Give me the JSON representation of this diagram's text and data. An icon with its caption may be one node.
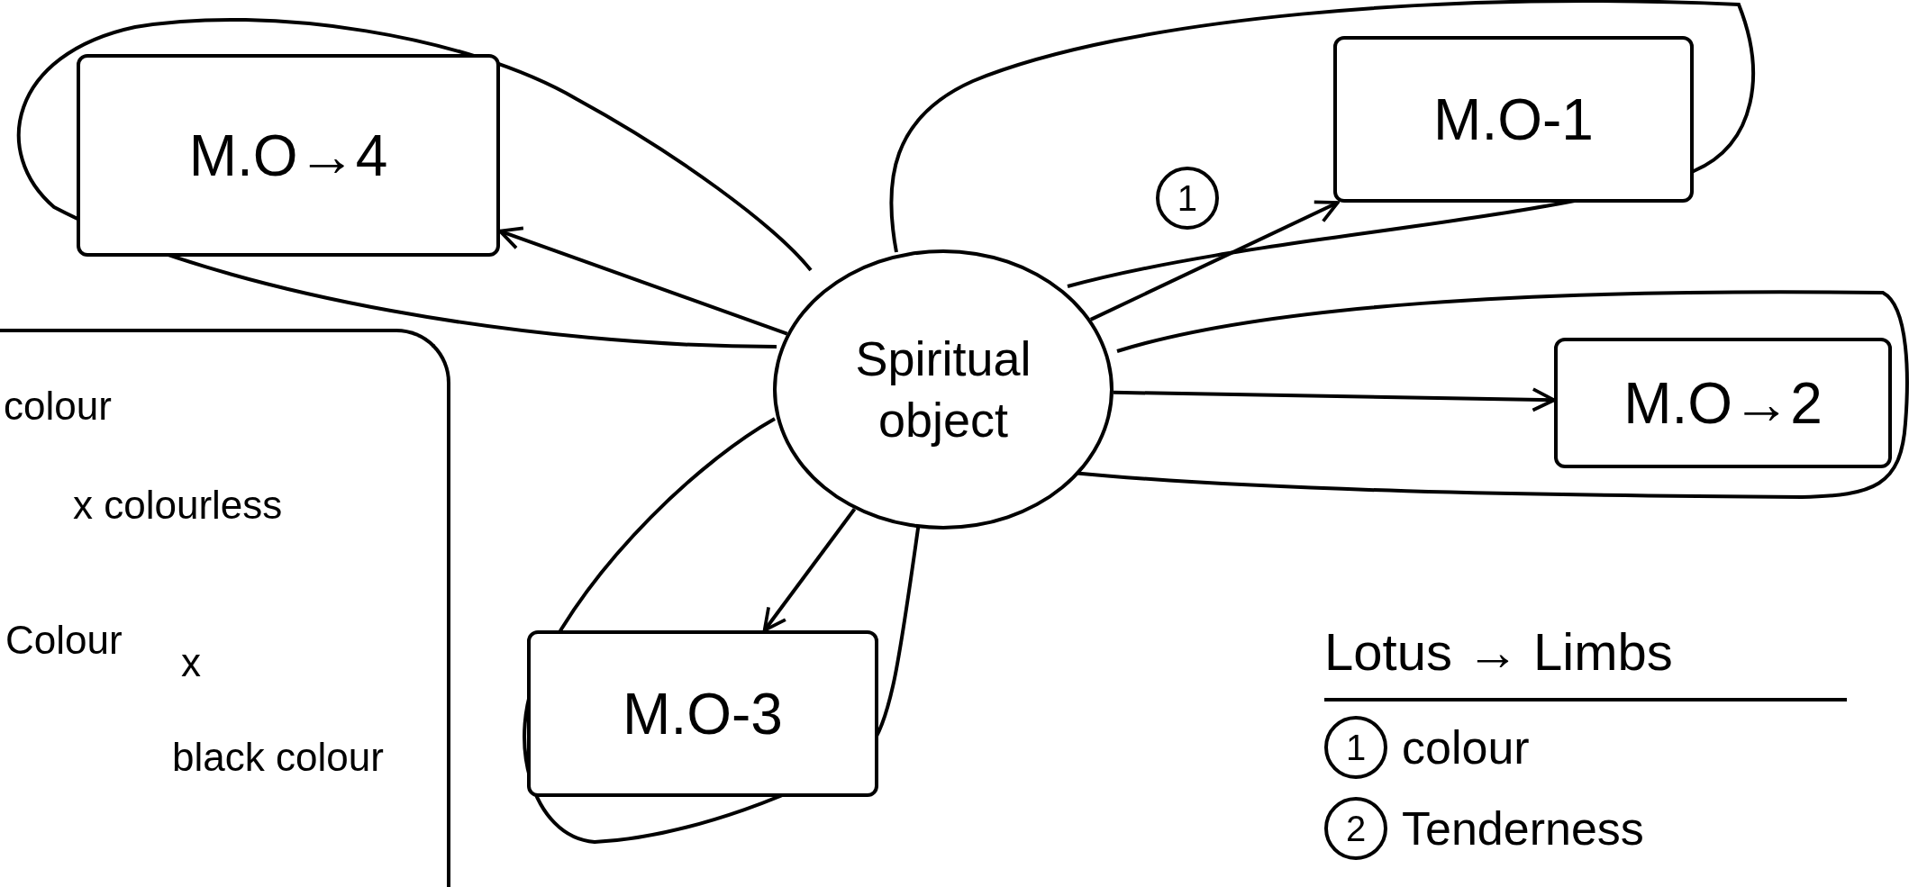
{
  "diagram": {
    "nodes": [
      {
        "text": [
          "Spiritual object"
        ]
      },
      {
        "text": [
          "M.O→4"
        ]
      },
      {
        "text": [
          "M.O-1"
        ]
      },
      {
        "text": [
          "M.O→2"
        ]
      },
      {
        "text": [
          "M.O-3"
        ]
      },
      {
        "text": [
          "colour",
          "x colourless",
          "Colour",
          "x",
          "black colour"
        ]
      }
    ],
    "edges": [
      {
        "from": 0,
        "to": 1,
        "arrow": "to"
      },
      {
        "from": 0,
        "to": 2,
        "arrow": "to",
        "label": "1"
      },
      {
        "from": 0,
        "to": 3,
        "arrow": "to"
      },
      {
        "from": 0,
        "to": 4,
        "arrow": "to"
      }
    ],
    "labels": [
      "Lotus → Limbs",
      "1",
      "colour",
      "2",
      "Tenderness"
    ]
  }
}
